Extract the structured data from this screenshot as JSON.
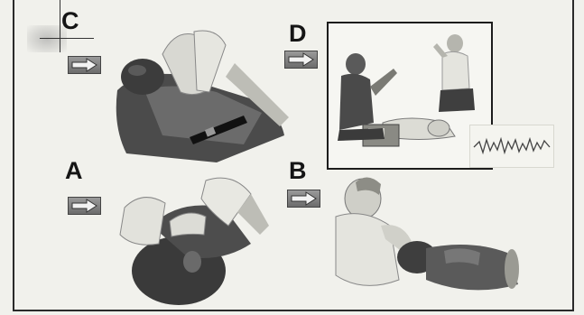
{
  "panels": {
    "c": {
      "letter": "C"
    },
    "d": {
      "letter": "D"
    },
    "a": {
      "letter": "A"
    },
    "b": {
      "letter": "B"
    }
  },
  "icons": {
    "arrow": "right-arrow-icon"
  },
  "colors": {
    "background": "#f1f1ec",
    "ink": "#151515",
    "arrow_fill": "#7d7d7d",
    "skin_dark": "#5a5a5a",
    "skin_light": "#d6d6d0"
  }
}
